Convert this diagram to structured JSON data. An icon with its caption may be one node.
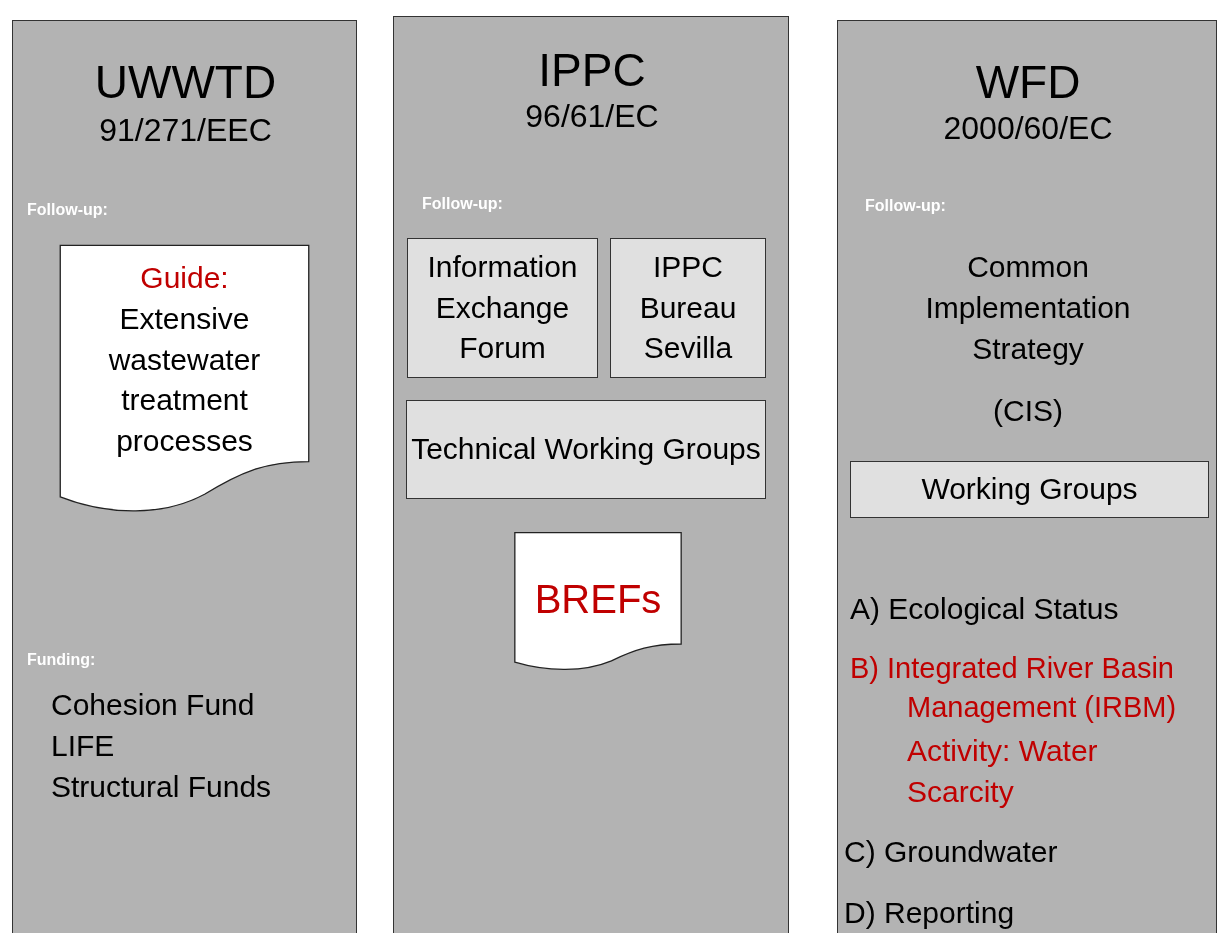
{
  "diagram": {
    "nodes": [
      {
        "text": [
          "UWWTD",
          "91/271/EEC",
          "Follow-up:",
          "Funding:",
          "Cohesion Fund",
          "LIFE",
          "Structural Funds"
        ]
      },
      {
        "text": [
          "Guide:",
          "Extensive wastewater treatment processes"
        ],
        "in": 0
      },
      {
        "text": [
          "IPPC",
          "96/61/EC",
          "Follow-up:"
        ]
      },
      {
        "text": [
          "Information Exchange Forum"
        ],
        "in": 2
      },
      {
        "text": [
          "IPPC Bureau Sevilla"
        ],
        "in": 2
      },
      {
        "text": [
          "Technical Working Groups"
        ],
        "in": 2
      },
      {
        "text": [
          "BREFs"
        ],
        "in": 2
      },
      {
        "text": [
          "WFD",
          "2000/60/EC",
          "Follow-up:",
          "Common Implementation Strategy",
          "(CIS)",
          "A) Ecological Status",
          "B) Integrated River Basin Management (IRBM)",
          "Activity: Water Scarcity",
          "C) Groundwater",
          "D) Reporting"
        ]
      },
      {
        "text": [
          "Working Groups"
        ],
        "in": 7
      }
    ],
    "edges": []
  }
}
